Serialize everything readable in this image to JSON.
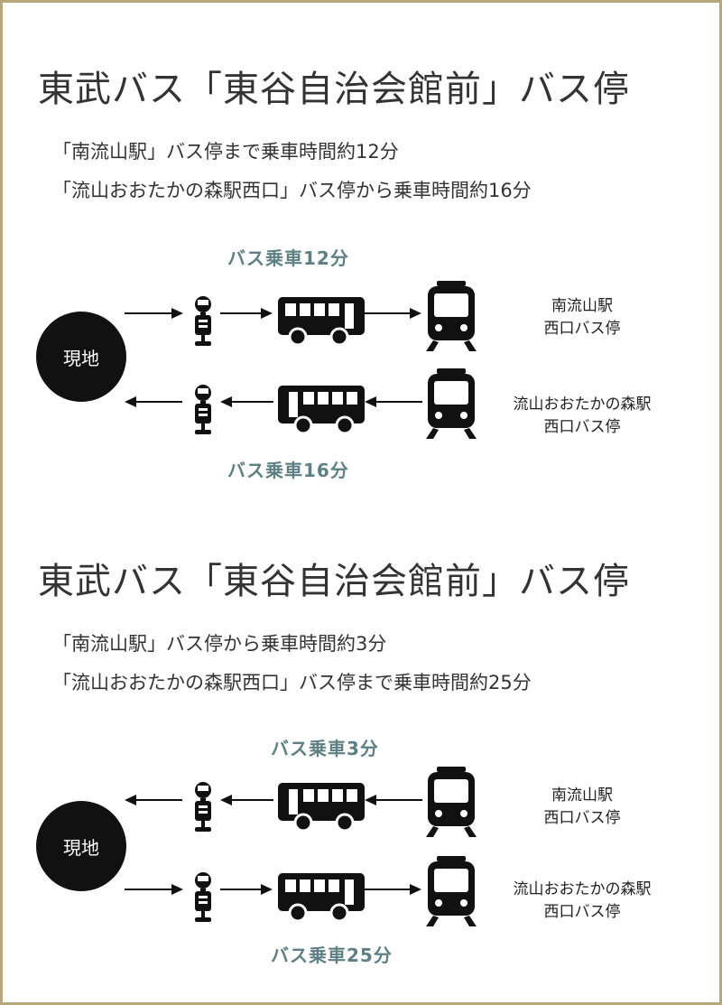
{
  "sections": [
    {
      "title": "東武バス「東谷自治会館前」バス停",
      "desc1": "「南流山駅」バス停まで乗車時間約12分",
      "desc2": "「流山おおたかの森駅西口」バス停から乗車時間約16分",
      "genchi": "現地",
      "top_ride": "バス乗車12分",
      "bottom_ride": "バス乗車16分",
      "dest_top": [
        "南流山駅",
        "西口バス停"
      ],
      "dest_bottom": [
        "流山おおたかの森駅",
        "西口バス停"
      ]
    },
    {
      "title": "東武バス「東谷自治会館前」バス停",
      "desc1": "「南流山駅」バス停から乗車時間約3分",
      "desc2": "「流山おおたかの森駅西口」バス停まで乗車時間約25分",
      "genchi": "現地",
      "top_ride": "バス乗車3分",
      "bottom_ride": "バス乗車25分",
      "dest_top": [
        "南流山駅",
        "西口バス停"
      ],
      "dest_bottom": [
        "流山おおたかの森駅",
        "西口バス停"
      ]
    }
  ],
  "colors": {
    "accent": "#5e7f84",
    "border": "#b8a77a",
    "ink": "#111111"
  }
}
